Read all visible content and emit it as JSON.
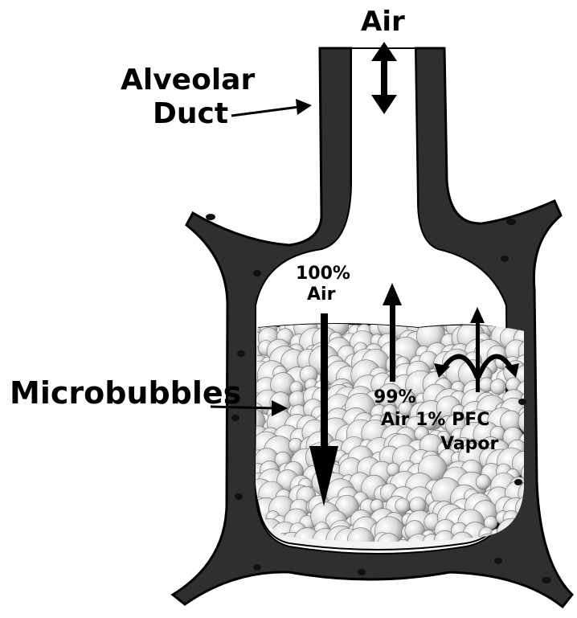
{
  "labels": {
    "air_top": "Air",
    "alveolar": "Alveolar",
    "duct": "Duct",
    "microbubbles": "Microbubbles",
    "pct100": "100%",
    "air_inner": "Air",
    "pct99": "99%",
    "air_pfc": "Air 1% PFC",
    "vapor": "Vapor"
  },
  "colors": {
    "wall": "#2f2f2f",
    "wall_outline": "#000000",
    "bubble_fill": "#e8e8e8",
    "background": "#ffffff"
  }
}
